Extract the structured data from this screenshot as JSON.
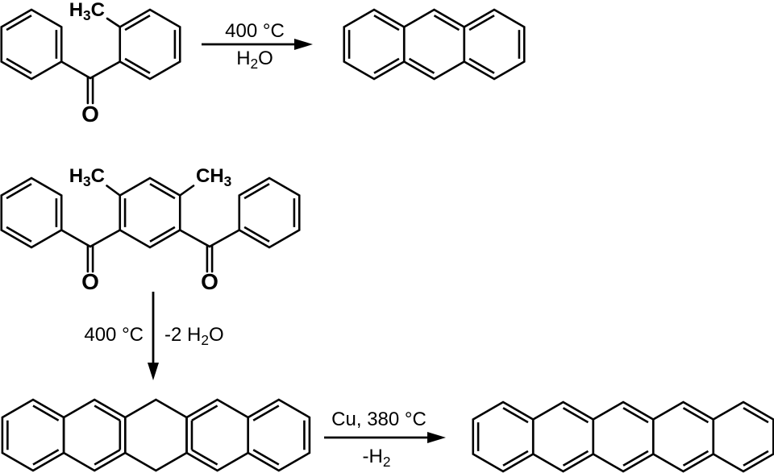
{
  "colors": {
    "ink": "#000000",
    "background": "#ffffff"
  },
  "step1": {
    "above": "400 °C",
    "below": "H2O"
  },
  "step2": {
    "left": "400 °C",
    "right": "-2 H2O"
  },
  "step3": {
    "above": "Cu, 380 °C",
    "below": "-H2"
  },
  "mol1": {
    "methyl": "H3C",
    "oxygen": "O"
  },
  "mol3": {
    "methyl_left": "H3C",
    "methyl_right": "CH3",
    "oxygen_left": "O",
    "oxygen_right": "O"
  }
}
